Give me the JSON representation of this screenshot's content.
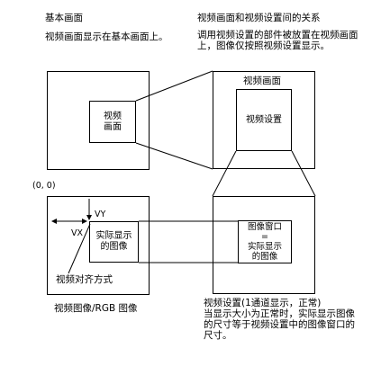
{
  "top_left": {
    "heading": "基本画面",
    "caption": "视频画面显示在基本画面上。",
    "inner_label": "视频\n画面"
  },
  "top_right": {
    "heading": "视频画面和视频设置间的关系",
    "caption": "调用视频设置的部件被放置在视频画面\n上，图像仅按照视频设置显示。",
    "frame_title": "视频画面",
    "inner_label": "视频设置"
  },
  "bottom_left": {
    "origin": "(0, 0)",
    "vy": "VY",
    "vx": "VX",
    "inner_label": "实际显示\n的图像",
    "align_label": "视频对齐方式",
    "caption": "视频图像/RGB 图像"
  },
  "bottom_right": {
    "inner_label": "图像窗口\n=\n实际显示\n的图像",
    "caption": "视频设置(1通道显示，正常)\n当显示大小为正常时，实际显示图像\n的尺寸等于视频设置中的图像窗口的\n尺寸。"
  }
}
